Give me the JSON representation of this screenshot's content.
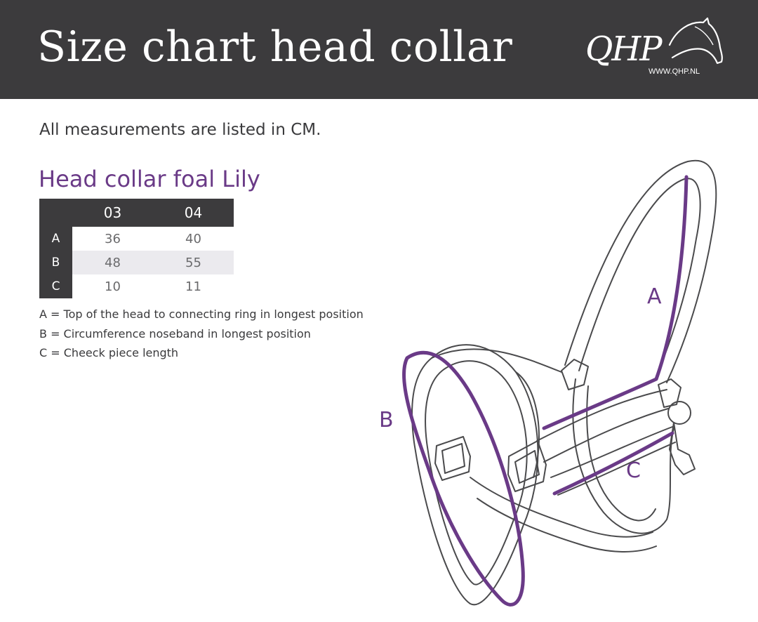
{
  "header": {
    "title": "Size chart head collar",
    "logo_text": "QHP",
    "logo_url": "WWW.QHP.NL"
  },
  "subtitle": "All measurements are listed in CM.",
  "section_title": "Head collar foal Lily",
  "table": {
    "columns": [
      "03",
      "04"
    ],
    "rows": [
      {
        "label": "A",
        "values": [
          "36",
          "40"
        ]
      },
      {
        "label": "B",
        "values": [
          "48",
          "55"
        ]
      },
      {
        "label": "C",
        "values": [
          "10",
          "11"
        ]
      }
    ]
  },
  "legend": [
    "A = Top of the head to connecting ring in longest position",
    "B = Circumference noseband in longest position",
    "C = Cheeck piece length"
  ],
  "diagram": {
    "label_a": "A",
    "label_b": "B",
    "label_c": "C"
  },
  "colors": {
    "header_bg": "#3c3b3d",
    "accent_purple": "#6a3a87",
    "alt_row": "#ebeaee"
  }
}
